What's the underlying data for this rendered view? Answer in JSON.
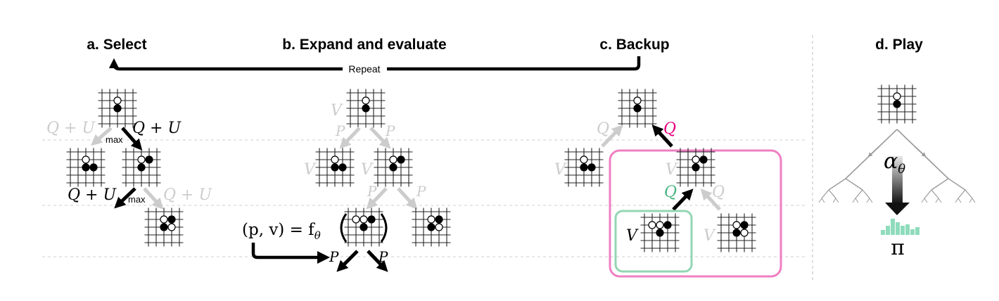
{
  "panels": {
    "select": "a. Select",
    "expand": "b. Expand and evaluate",
    "backup": "c. Backup",
    "play": "d. Play"
  },
  "repeat_label": "Repeat",
  "select_panel": {
    "q_plus_u": "Q + U",
    "max": "max"
  },
  "expand_panel": {
    "v": "V",
    "p": "P",
    "net_lhs": "(p, v) = f",
    "theta": "θ"
  },
  "backup_panel": {
    "v": "V",
    "q": "Q"
  },
  "play_panel": {
    "alpha": "α",
    "theta": "θ",
    "pi": "π"
  },
  "colors": {
    "faded": "#cccccc",
    "magenta": "#e6007e",
    "pink_box": "#ef7fc3",
    "green": "#48b47f",
    "green_box": "#93d6b2",
    "policy_bars": "#8fdcbc",
    "divider": "#c8c8c8",
    "play_tree": "#9a9a9a"
  }
}
